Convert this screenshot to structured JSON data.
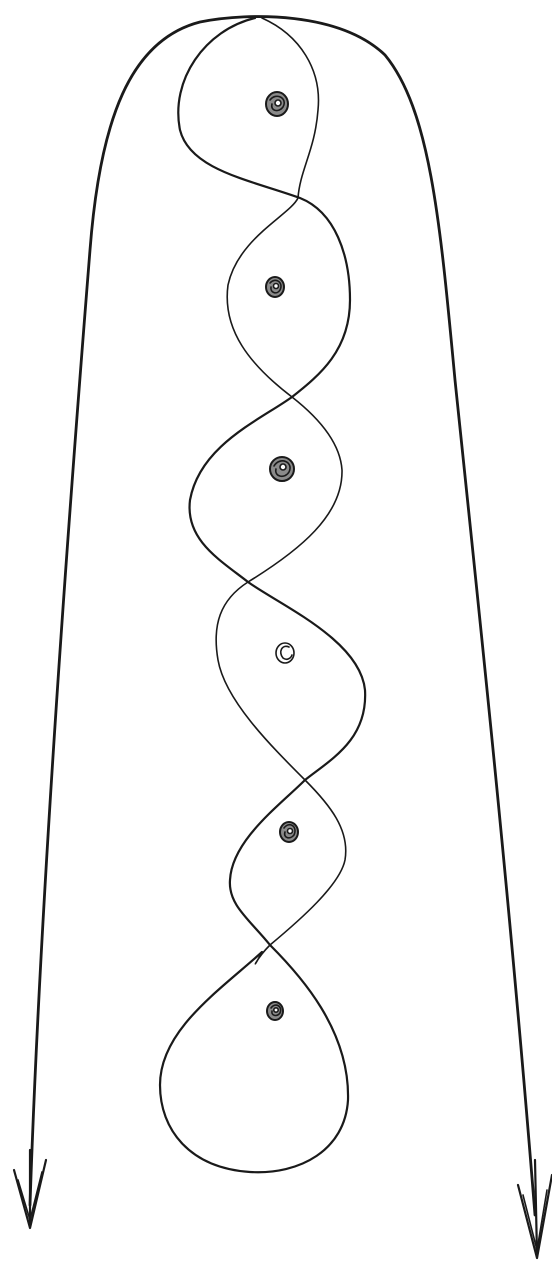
{
  "colors": {
    "background": "#ffffff",
    "ink": "#1a1a1a",
    "marker_shading": "#8a8a8a"
  },
  "figure": {
    "kind": "hand-drawn line sketch",
    "markers": [
      {
        "name": "marker-1",
        "style": "shaded-ring"
      },
      {
        "name": "marker-2",
        "style": "shaded-ring"
      },
      {
        "name": "marker-3",
        "style": "shaded-ring"
      },
      {
        "name": "marker-4",
        "style": "open-ring"
      },
      {
        "name": "marker-5",
        "style": "shaded-ring"
      },
      {
        "name": "marker-6",
        "style": "shaded-ring"
      }
    ],
    "arrows": [
      {
        "name": "left-arrow",
        "direction": "down"
      },
      {
        "name": "right-arrow",
        "direction": "down"
      }
    ]
  }
}
